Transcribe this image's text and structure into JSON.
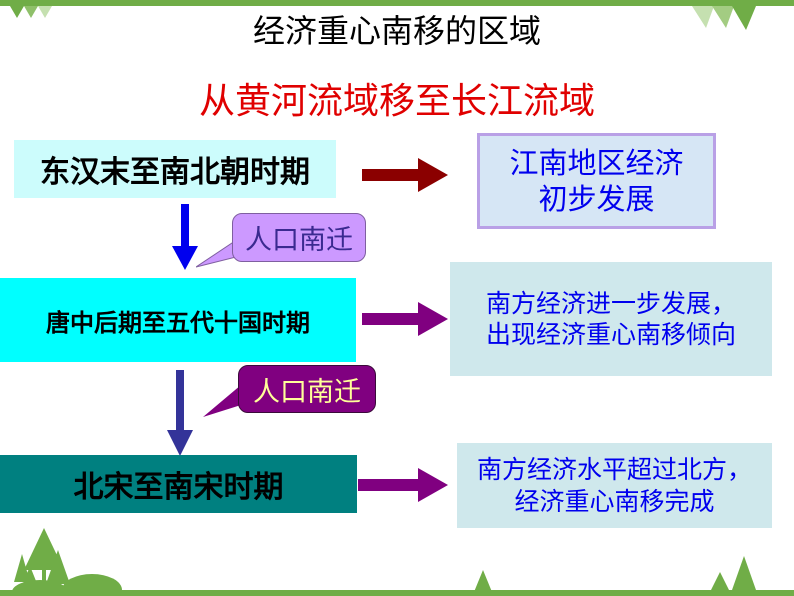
{
  "title": "经济重心南移的区域",
  "subtitle": "从黄河流域移至长江流域",
  "stages": [
    {
      "period": "东汉末至南北朝时期",
      "result_lines": [
        "江南地区经济",
        "初步发展"
      ]
    },
    {
      "period": "唐中后期至五代十国时期",
      "result_lines": [
        "南方经济进一步发展，",
        "出现经济重心南移倾向"
      ]
    },
    {
      "period": "北宋至南宋时期",
      "result_lines": [
        "南方经济水平超过北方，",
        "经济重心南移完成"
      ]
    }
  ],
  "callouts": [
    "人口南迁",
    "人口南迁"
  ],
  "colors": {
    "green": "#70ad47",
    "teal": "#008080",
    "cyan": "#00ffff",
    "purple": "#800080"
  }
}
